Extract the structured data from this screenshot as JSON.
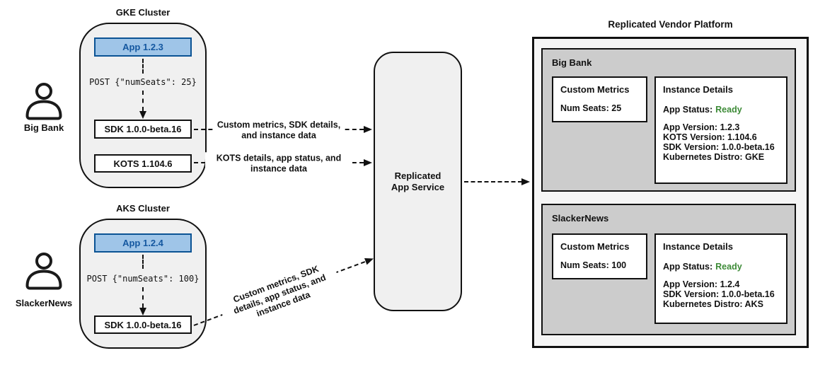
{
  "colors": {
    "line": "#111111",
    "cluster-fill": "#f0f0f0",
    "panel-fill": "#f5f5f5",
    "customer-fill": "#cccccc",
    "app-fill": "#9fc5e8",
    "app-border": "#0b5394",
    "app-text": "#1558a0",
    "status-green": "#3d8b37"
  },
  "actors": [
    {
      "name": "Big Bank"
    },
    {
      "name": "SlackerNews"
    }
  ],
  "clusters": {
    "gke": {
      "title": "GKE Cluster",
      "app": "App 1.2.3",
      "post": "POST {\"numSeats\": 25}",
      "nodes": [
        "SDK 1.0.0-beta.16",
        "KOTS 1.104.6"
      ]
    },
    "aks": {
      "title": "AKS Cluster",
      "app": "App 1.2.4",
      "post": "POST {\"numSeats\": 100}",
      "nodes": [
        "SDK 1.0.0-beta.16"
      ]
    }
  },
  "arrows": {
    "sdk_to_service": "Custom metrics, SDK details, and instance data",
    "kots_to_service": "KOTS details, app status, and instance data",
    "aks_sdk_to_service": "Custom metrics, SDK details, app status, and instance data"
  },
  "service": {
    "label": "Replicated App Service"
  },
  "platform": {
    "title": "Replicated Vendor Platform",
    "customers": [
      {
        "name": "Big Bank",
        "custom_metrics": {
          "title": "Custom Metrics",
          "metric": "Num Seats: 25"
        },
        "instance_details": {
          "title": "Instance Details",
          "status_label": "App Status:",
          "status_value": "Ready",
          "lines": [
            "App Version: 1.2.3",
            "KOTS Version: 1.104.6",
            "SDK Version: 1.0.0-beta.16",
            "Kubernetes Distro: GKE"
          ]
        }
      },
      {
        "name": "SlackerNews",
        "custom_metrics": {
          "title": "Custom Metrics",
          "metric": "Num Seats: 100"
        },
        "instance_details": {
          "title": "Instance Details",
          "status_label": "App Status:",
          "status_value": "Ready",
          "lines": [
            "App Version: 1.2.4",
            "SDK Version: 1.0.0-beta.16",
            "Kubernetes Distro: AKS"
          ]
        }
      }
    ]
  }
}
